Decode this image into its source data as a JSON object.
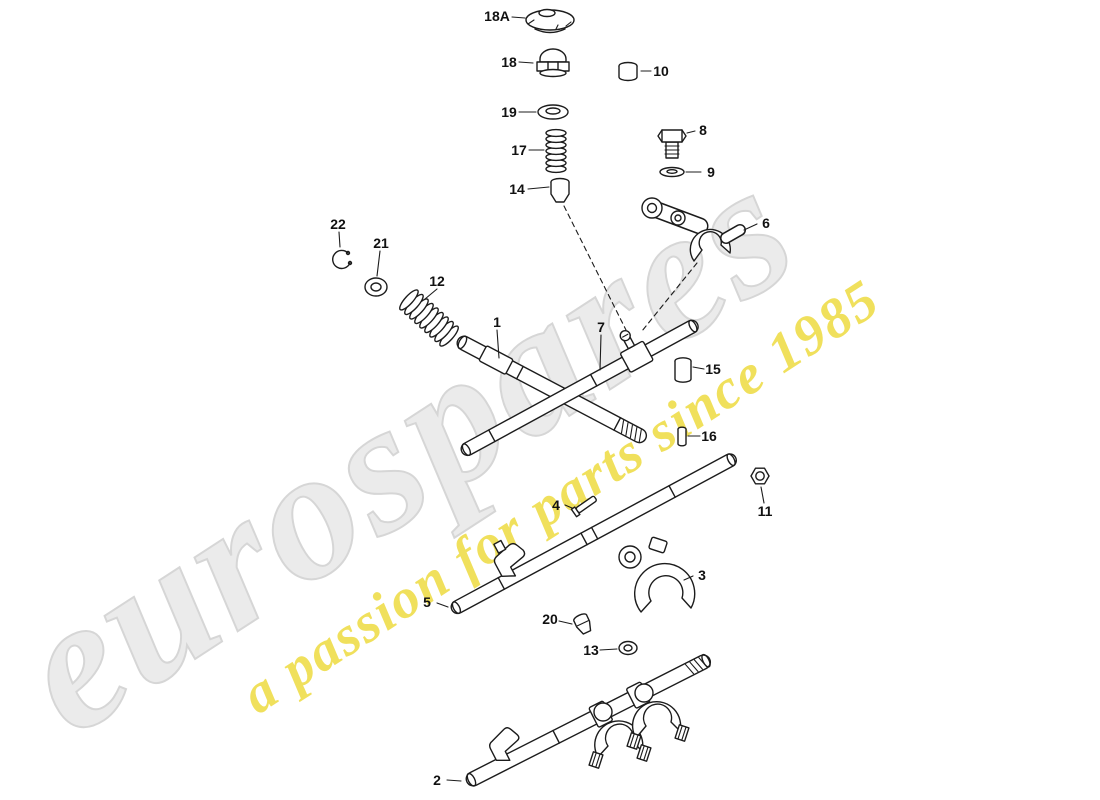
{
  "watermark": {
    "brand": "eurospares",
    "tagline": "a passion for parts since 1985",
    "brand_color": "#ebebeb",
    "tagline_color": "#f0e05c"
  },
  "diagram": {
    "background": "#ffffff",
    "line_color": "#1c1c1c"
  },
  "labels": {
    "p18a": "18A",
    "p18": "18",
    "p10": "10",
    "p19": "19",
    "p17": "17",
    "p8": "8",
    "p9": "9",
    "p14": "14",
    "p6": "6",
    "p22": "22",
    "p21": "21",
    "p12": "12",
    "p1": "1",
    "p7": "7",
    "p15": "15",
    "p16": "16",
    "p11": "11",
    "p4": "4",
    "p3": "3",
    "p5": "5",
    "p20": "20",
    "p13": "13",
    "p2": "2"
  }
}
